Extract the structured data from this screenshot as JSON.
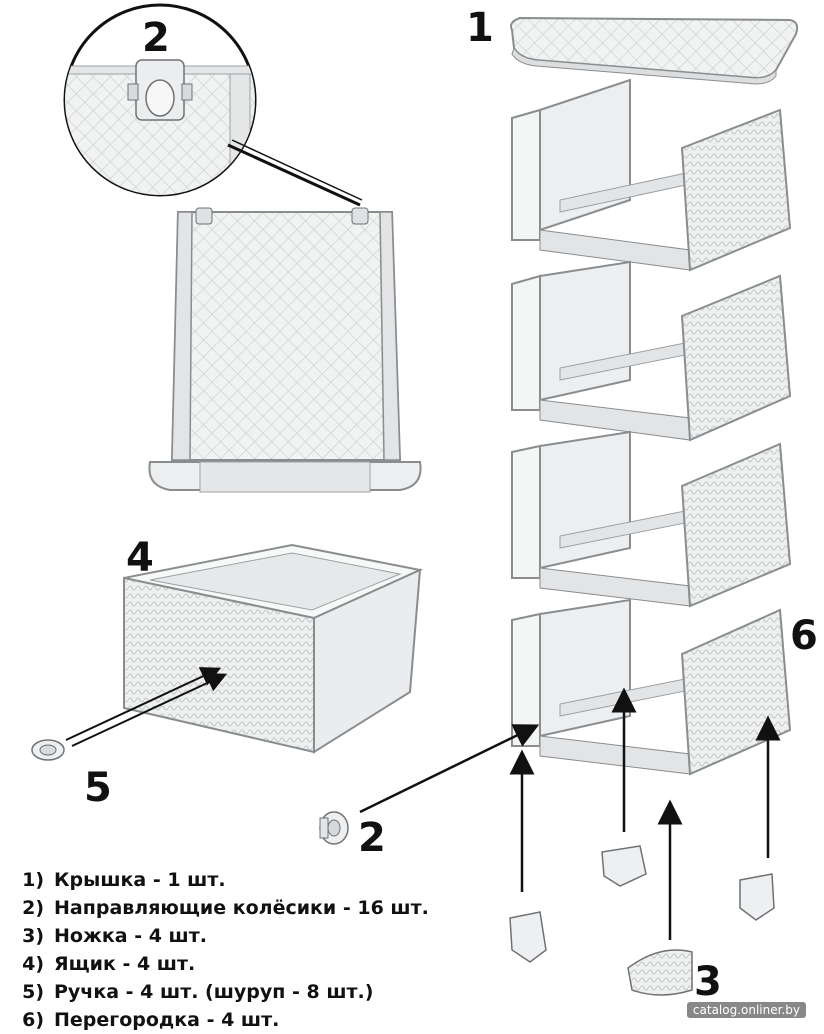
{
  "callouts": {
    "lid": "1",
    "wheel_zoom": "2",
    "drawer": "4",
    "handle": "5",
    "partition": "6",
    "wheel": "2",
    "leg": "3"
  },
  "legend": [
    {
      "num": "1)",
      "text": "Крышка - 1 шт."
    },
    {
      "num": "2)",
      "text": "Направляющие колёсики - 16 шт."
    },
    {
      "num": "3)",
      "text": "Ножка - 4 шт."
    },
    {
      "num": "4)",
      "text": "Ящик - 4 шт."
    },
    {
      "num": "5)",
      "text": "Ручка - 4 шт. (шуруп - 8 шт.)"
    },
    {
      "num": "6)",
      "text": "Перегородка - 4 шт."
    }
  ],
  "watermark": "catalog.onliner.by",
  "colors": {
    "part_fill": "#f1f2f2",
    "part_shade": "#dcdedf",
    "outline": "#8a8d90",
    "arrow": "#111111"
  }
}
